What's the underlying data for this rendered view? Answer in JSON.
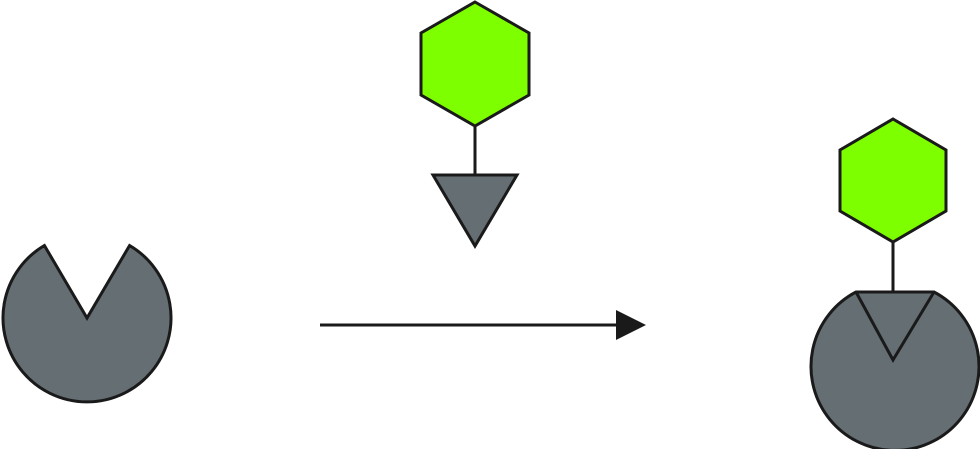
{
  "colors": {
    "receptor_fill": "#646e73",
    "ligand_fill": "#7dff00",
    "outline": "#1a1a1a",
    "arrow": "#1a1a1a",
    "background": "#ffffff"
  },
  "diagram": {
    "type": "receptor-ligand binding schematic",
    "elements": [
      "empty-receptor",
      "free-ligand",
      "reaction-arrow",
      "bound-complex"
    ]
  }
}
